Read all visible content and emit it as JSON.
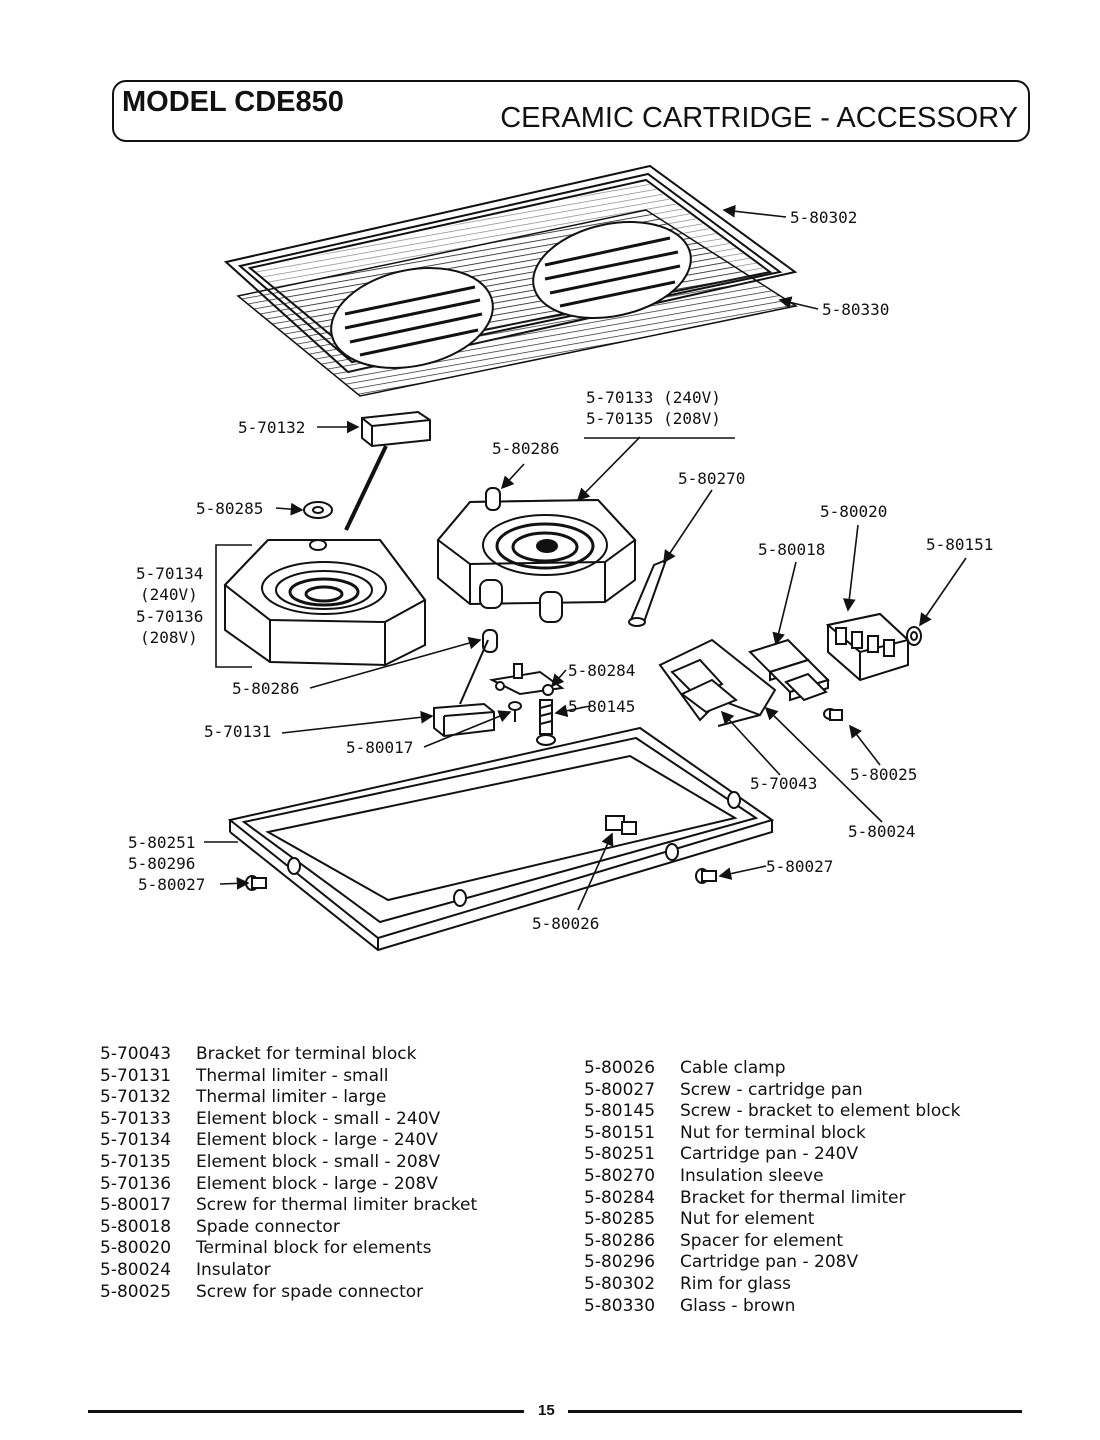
{
  "header": {
    "model": "MODEL CDE850",
    "section": "CERAMIC CARTRIDGE - ACCESSORY"
  },
  "callouts": {
    "c_80302": "5-80302",
    "c_80330": "5-80330",
    "c_70133": "5-70133 (240V)",
    "c_70135": "5-70135 (208V)",
    "c_70132": "5-70132",
    "c_80286_top": "5-80286",
    "c_80270": "5-80270",
    "c_80285": "5-80285",
    "c_80020": "5-80020",
    "c_80151": "5-80151",
    "c_80018": "5-80018",
    "c_70134": "5-70134",
    "c_70134_v": "(240V)",
    "c_70136": "5-70136",
    "c_70136_v": "(208V)",
    "c_80284": "5-80284",
    "c_80286_bottom": "5-80286",
    "c_80145": "5-80145",
    "c_70131": "5-70131",
    "c_80017": "5-80017",
    "c_70043": "5-70043",
    "c_80025": "5-80025",
    "c_80024": "5-80024",
    "c_80251": "5-80251",
    "c_80296": "5-80296",
    "c_80027_left": "5-80027",
    "c_80027_right": "5-80027",
    "c_80026": "5-80026"
  },
  "parts_left": [
    {
      "num": "5-70043",
      "desc": "Bracket for terminal block"
    },
    {
      "num": "5-70131",
      "desc": "Thermal limiter - small"
    },
    {
      "num": "5-70132",
      "desc": "Thermal limiter - large"
    },
    {
      "num": "5-70133",
      "desc": "Element block - small - 240V"
    },
    {
      "num": "5-70134",
      "desc": "Element block - large - 240V"
    },
    {
      "num": "5-70135",
      "desc": "Element block - small - 208V"
    },
    {
      "num": "5-70136",
      "desc": "Element block - large - 208V"
    },
    {
      "num": "5-80017",
      "desc": "Screw for thermal limiter bracket"
    },
    {
      "num": "5-80018",
      "desc": "Spade connector"
    },
    {
      "num": "5-80020",
      "desc": "Terminal block for elements"
    },
    {
      "num": "5-80024",
      "desc": "Insulator"
    },
    {
      "num": "5-80025",
      "desc": "Screw for spade connector"
    }
  ],
  "parts_right": [
    {
      "num": "5-80026",
      "desc": "Cable clamp"
    },
    {
      "num": "5-80027",
      "desc": "Screw - cartridge pan"
    },
    {
      "num": "5-80145",
      "desc": "Screw - bracket to element block"
    },
    {
      "num": "5-80151",
      "desc": "Nut for terminal block"
    },
    {
      "num": "5-80251",
      "desc": "Cartridge pan - 240V"
    },
    {
      "num": "5-80270",
      "desc": "Insulation sleeve"
    },
    {
      "num": "5-80284",
      "desc": "Bracket for thermal limiter"
    },
    {
      "num": "5-80285",
      "desc": "Nut for element"
    },
    {
      "num": "5-80286",
      "desc": "Spacer for element"
    },
    {
      "num": "5-80296",
      "desc": "Cartridge pan - 208V"
    },
    {
      "num": "5-80302",
      "desc": "Rim for glass"
    },
    {
      "num": "5-80330",
      "desc": "Glass - brown"
    }
  ],
  "footer": {
    "page_number": "15"
  }
}
